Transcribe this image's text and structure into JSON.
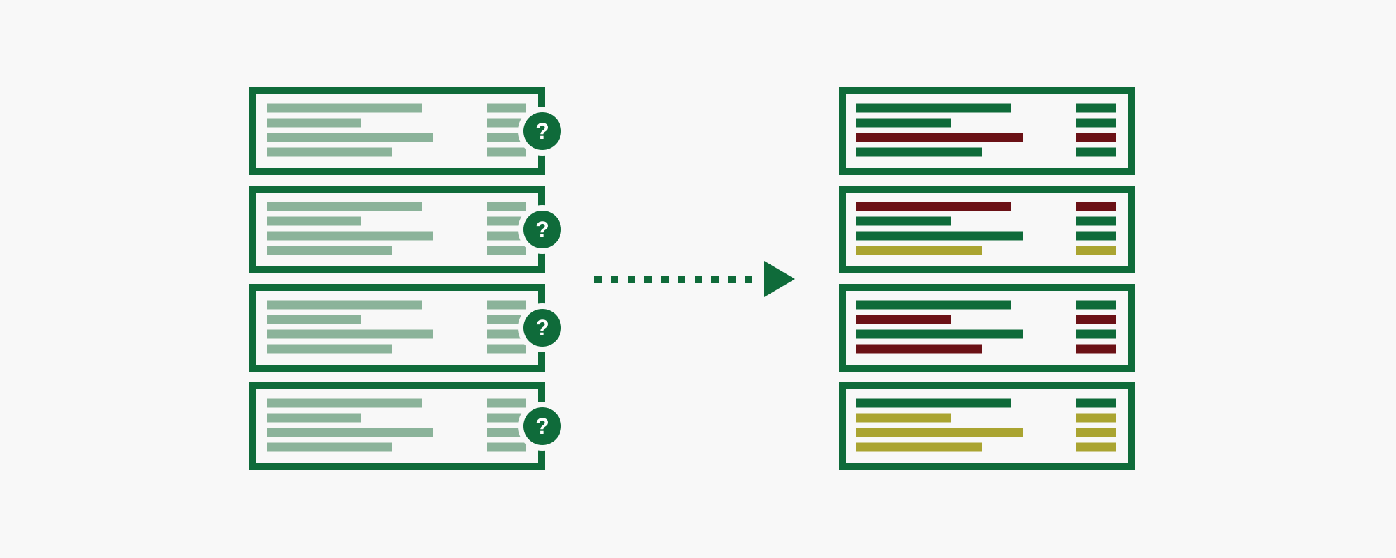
{
  "colors": {
    "background": "#f8f8f8",
    "frame": "#0f6b3a",
    "faded": "#8bb39a",
    "ok": "#0f6b3a",
    "error": "#6b1116",
    "warning": "#aaa431",
    "badge_glyph": "#ffffff"
  },
  "badge_icon": "question-mark-icon",
  "badge_glyph": "?",
  "arrow_icon": "dotted-arrow-right-icon",
  "before": {
    "records": [
      {
        "rows": 4,
        "status": "unknown"
      },
      {
        "rows": 4,
        "status": "unknown"
      },
      {
        "rows": 4,
        "status": "unknown"
      },
      {
        "rows": 4,
        "status": "unknown"
      }
    ]
  },
  "after": {
    "records": [
      {
        "rows": [
          "ok",
          "ok",
          "error",
          "ok"
        ]
      },
      {
        "rows": [
          "error",
          "ok",
          "ok",
          "warning"
        ]
      },
      {
        "rows": [
          "ok",
          "error",
          "ok",
          "error"
        ]
      },
      {
        "rows": [
          "ok",
          "warning",
          "warning",
          "warning"
        ]
      }
    ]
  }
}
